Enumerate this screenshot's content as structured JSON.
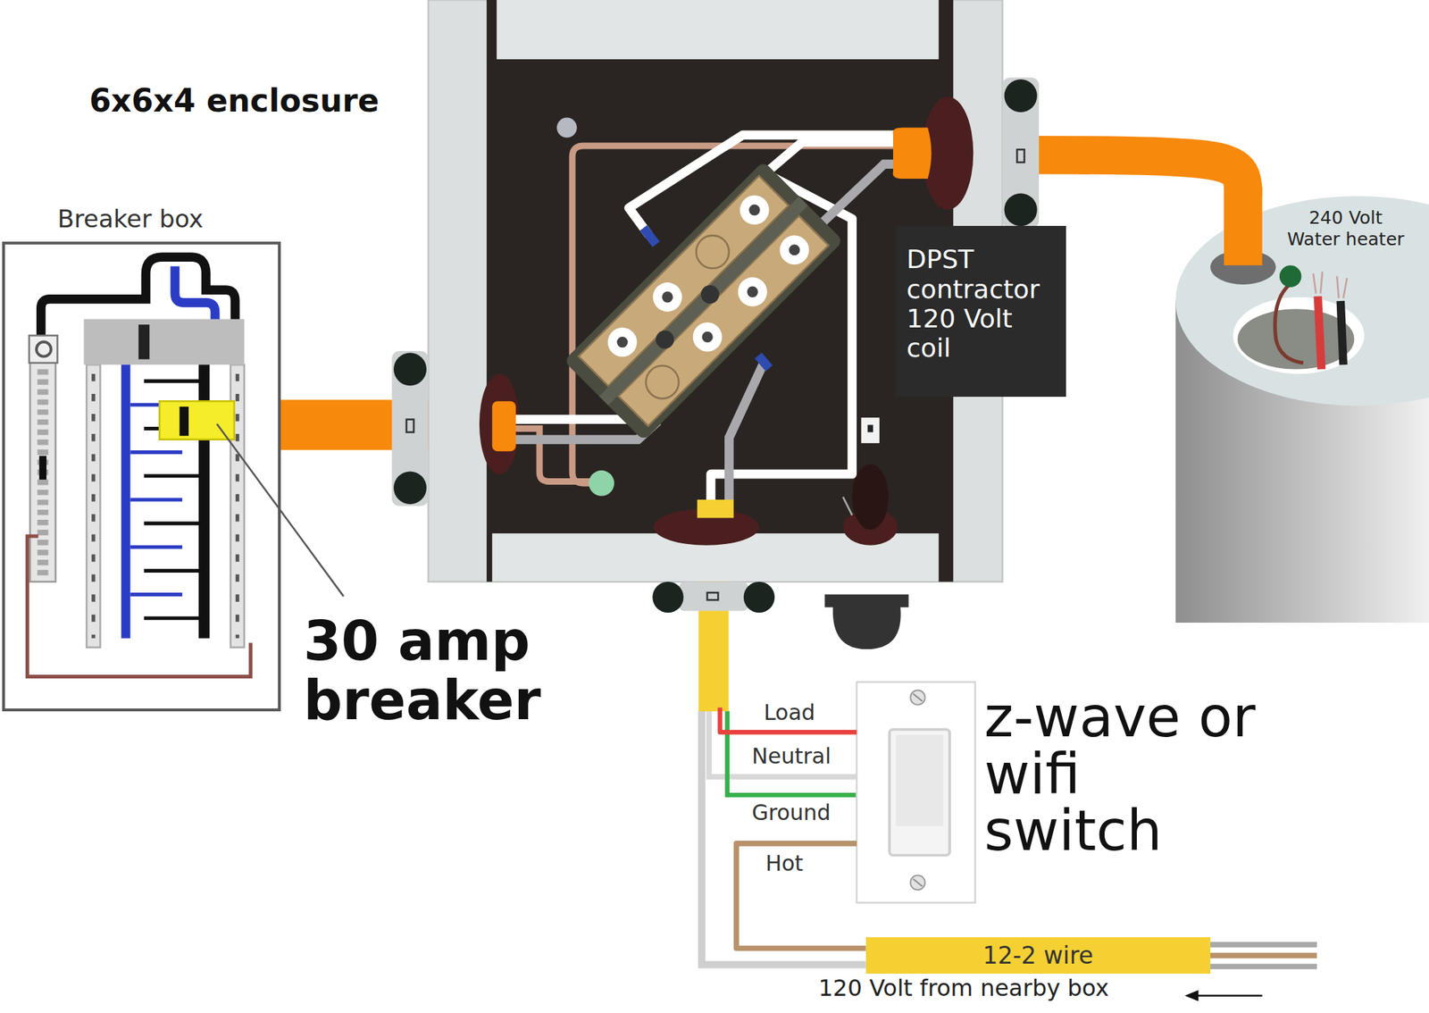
{
  "diagram": {
    "nodes": [
      {
        "text": [
          "6x6x4 enclosure"
        ]
      },
      {
        "text": [
          "Breaker box"
        ]
      },
      {
        "text": [
          "240 Volt Water heater"
        ]
      },
      {
        "text": [
          "DPST contractor 120 Volt coil"
        ]
      },
      {
        "text": [
          "z-wave or wifi switch"
        ]
      },
      {
        "text": [
          "12-2 wire"
        ]
      }
    ],
    "edges": [
      {
        "from": 1,
        "to": 0,
        "arrow": "none"
      },
      {
        "from": 0,
        "to": 2,
        "arrow": "none"
      },
      {
        "from": 0,
        "to": 4,
        "arrow": "none"
      },
      {
        "from": 4,
        "to": 5,
        "arrow": "none"
      }
    ],
    "labels": [
      "30 amp breaker",
      "Load",
      "Neutral",
      "Ground",
      "Hot",
      "120 Volt from nearby box"
    ]
  }
}
